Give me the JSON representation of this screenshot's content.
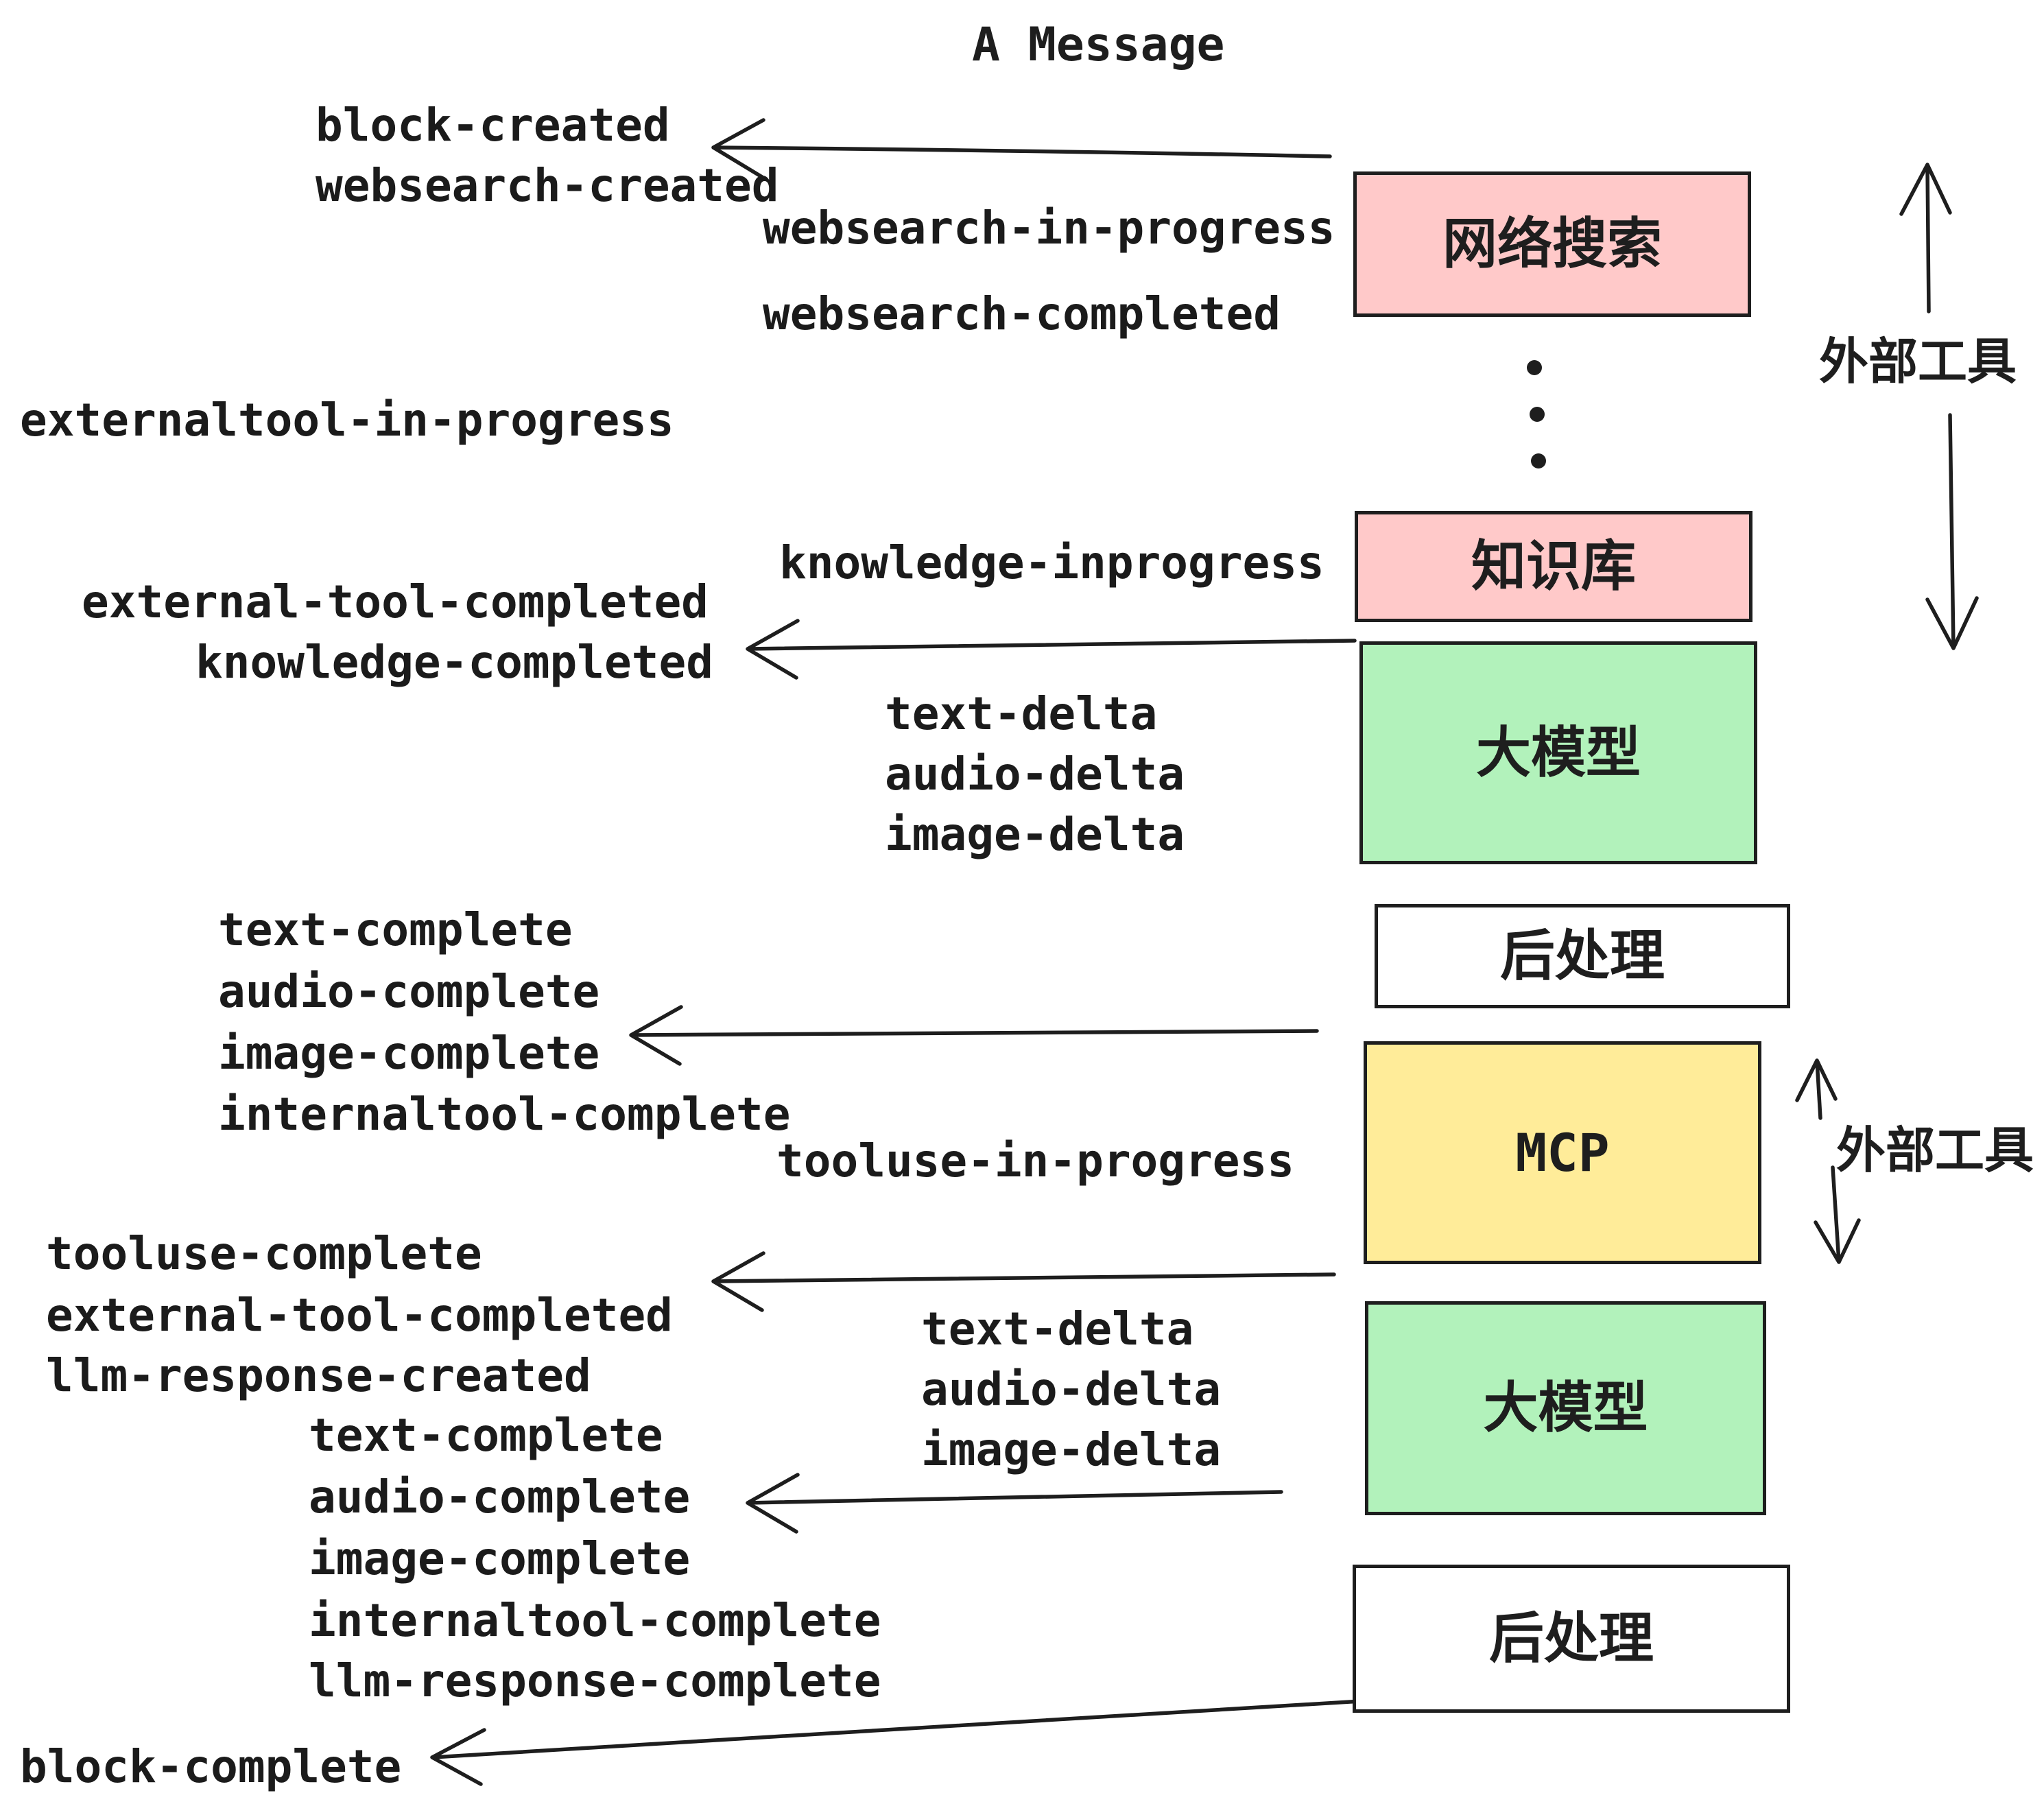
{
  "title": "A Message",
  "palette": {
    "pink": "#ffc9c9",
    "green": "#b2f2bb",
    "yellow": "#ffec99",
    "white": "#ffffff",
    "stroke": "#1e1e1e"
  },
  "boxes": {
    "websearch": {
      "label": "网络搜索",
      "color": "pink"
    },
    "knowledge": {
      "label": "知识库",
      "color": "pink"
    },
    "llm_top": {
      "label": "大模型",
      "color": "green"
    },
    "post_top": {
      "label": "后处理",
      "color": "white"
    },
    "mcp": {
      "label": "MCP",
      "color": "yellow"
    },
    "llm_bottom": {
      "label": "大模型",
      "color": "green"
    },
    "post_bottom": {
      "label": "后处理",
      "color": "white"
    }
  },
  "side_labels": {
    "external_tools_top": "外部工具",
    "external_tools_mid": "外部工具"
  },
  "events": {
    "block_created": "block-created",
    "websearch_created": "websearch-created",
    "websearch_in_progress": "websearch-in-progress",
    "websearch_completed": "websearch-completed",
    "externaltool_in_progress": "externaltool-in-progress",
    "knowledge_inprogress": "knowledge-inprogress",
    "external_tool_completed_1": "external-tool-completed",
    "knowledge_completed": "knowledge-completed",
    "text_delta_1": "text-delta",
    "audio_delta_1": "audio-delta",
    "image_delta_1": "image-delta",
    "text_complete_1": "text-complete",
    "audio_complete_1": "audio-complete",
    "image_complete_1": "image-complete",
    "internaltool_complete_1": "internaltool-complete",
    "tooluse_in_progress": "tooluse-in-progress",
    "tooluse_complete": "tooluse-complete",
    "external_tool_completed_2": "external-tool-completed",
    "llm_response_created": "llm-response-created",
    "text_complete_2": "text-complete",
    "audio_complete_2": "audio-complete",
    "image_complete_2": "image-complete",
    "internaltool_complete_2": "internaltool-complete",
    "llm_response_complete": "llm-response-complete",
    "block_complete": "block-complete",
    "text_delta_2": "text-delta",
    "audio_delta_2": "audio-delta",
    "image_delta_2": "image-delta"
  }
}
